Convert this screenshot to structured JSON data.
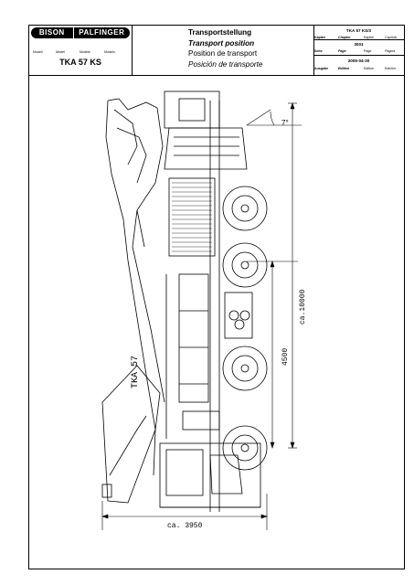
{
  "logo": {
    "bison": "BISON",
    "palfinger": "PALFINGER"
  },
  "model_labels": [
    "Modell",
    "Model",
    "Modèle",
    "Modelo"
  ],
  "model_name": "TKA 57 KS",
  "titles": {
    "de": "Transportstellung",
    "en": "Transport position",
    "fr": "Position de transport",
    "es": "Posición de transporte"
  },
  "doc_id": "TKA 57 KS/3",
  "chapter_labels": [
    "Kapitel",
    "Chapter",
    "Kapitel",
    "Capítulo"
  ],
  "chapter_value": "3001",
  "page_labels": [
    "Seite",
    "Page",
    "Page",
    "Página"
  ],
  "edition_value": "2005-04-30",
  "edition_labels": [
    "Ausgabe",
    "Edition",
    "Edition",
    "Edición"
  ],
  "drawing": {
    "angle": "7°",
    "dim_length": "ca.10000",
    "dim_axle": "4500",
    "dim_width": "ca. 3950",
    "side_label": "TKA 57"
  }
}
